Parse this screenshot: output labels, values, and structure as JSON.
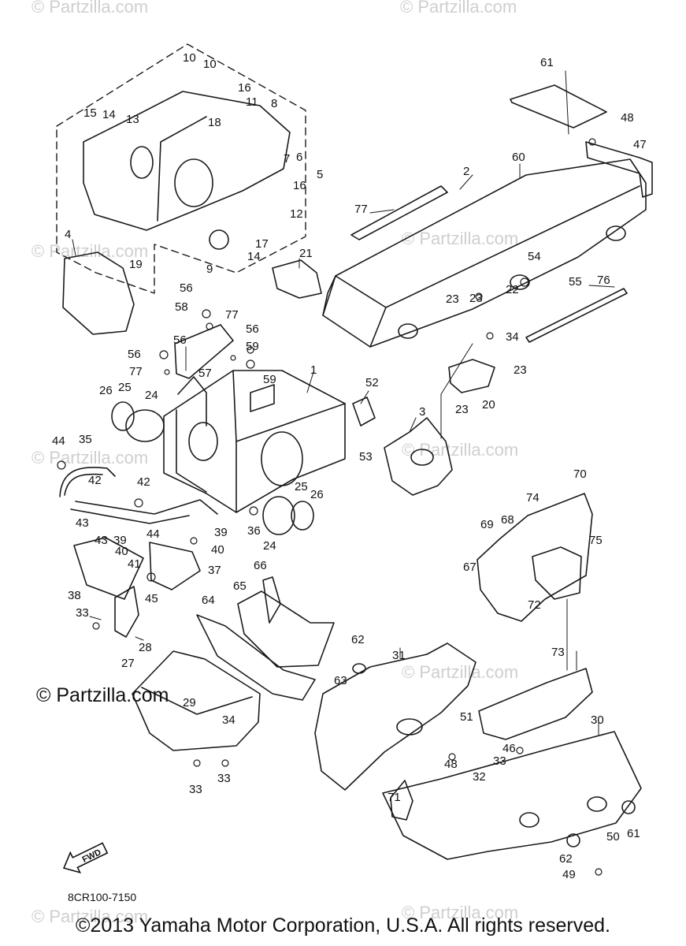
{
  "diagram": {
    "part_code": "8CR100-7150",
    "footer": "©2013 Yamaha Motor Corporation, U.S.A. All rights reserved.",
    "fwd_label": "FWD",
    "watermark_text": "© Partzilla.com",
    "callouts": [
      "1",
      "2",
      "3",
      "4",
      "5",
      "6",
      "7",
      "8",
      "9",
      "10",
      "10",
      "11",
      "12",
      "13",
      "14",
      "14",
      "15",
      "16",
      "16",
      "17",
      "18",
      "19",
      "20",
      "21",
      "22",
      "23",
      "23",
      "23",
      "23",
      "24",
      "24",
      "25",
      "25",
      "26",
      "26",
      "27",
      "28",
      "29",
      "30",
      "31",
      "32",
      "33",
      "33",
      "33",
      "33",
      "34",
      "34",
      "35",
      "36",
      "37",
      "38",
      "39",
      "39",
      "40",
      "40",
      "41",
      "42",
      "42",
      "43",
      "43",
      "44",
      "44",
      "45",
      "46",
      "47",
      "48",
      "48",
      "49",
      "50",
      "51",
      "52",
      "53",
      "54",
      "55",
      "56",
      "56",
      "56",
      "56",
      "57",
      "58",
      "59",
      "59",
      "60",
      "61",
      "61",
      "62",
      "62",
      "63",
      "64",
      "65",
      "66",
      "67",
      "68",
      "69",
      "70",
      "71",
      "72",
      "73",
      "74",
      "75",
      "76",
      "77",
      "77",
      "77"
    ]
  }
}
